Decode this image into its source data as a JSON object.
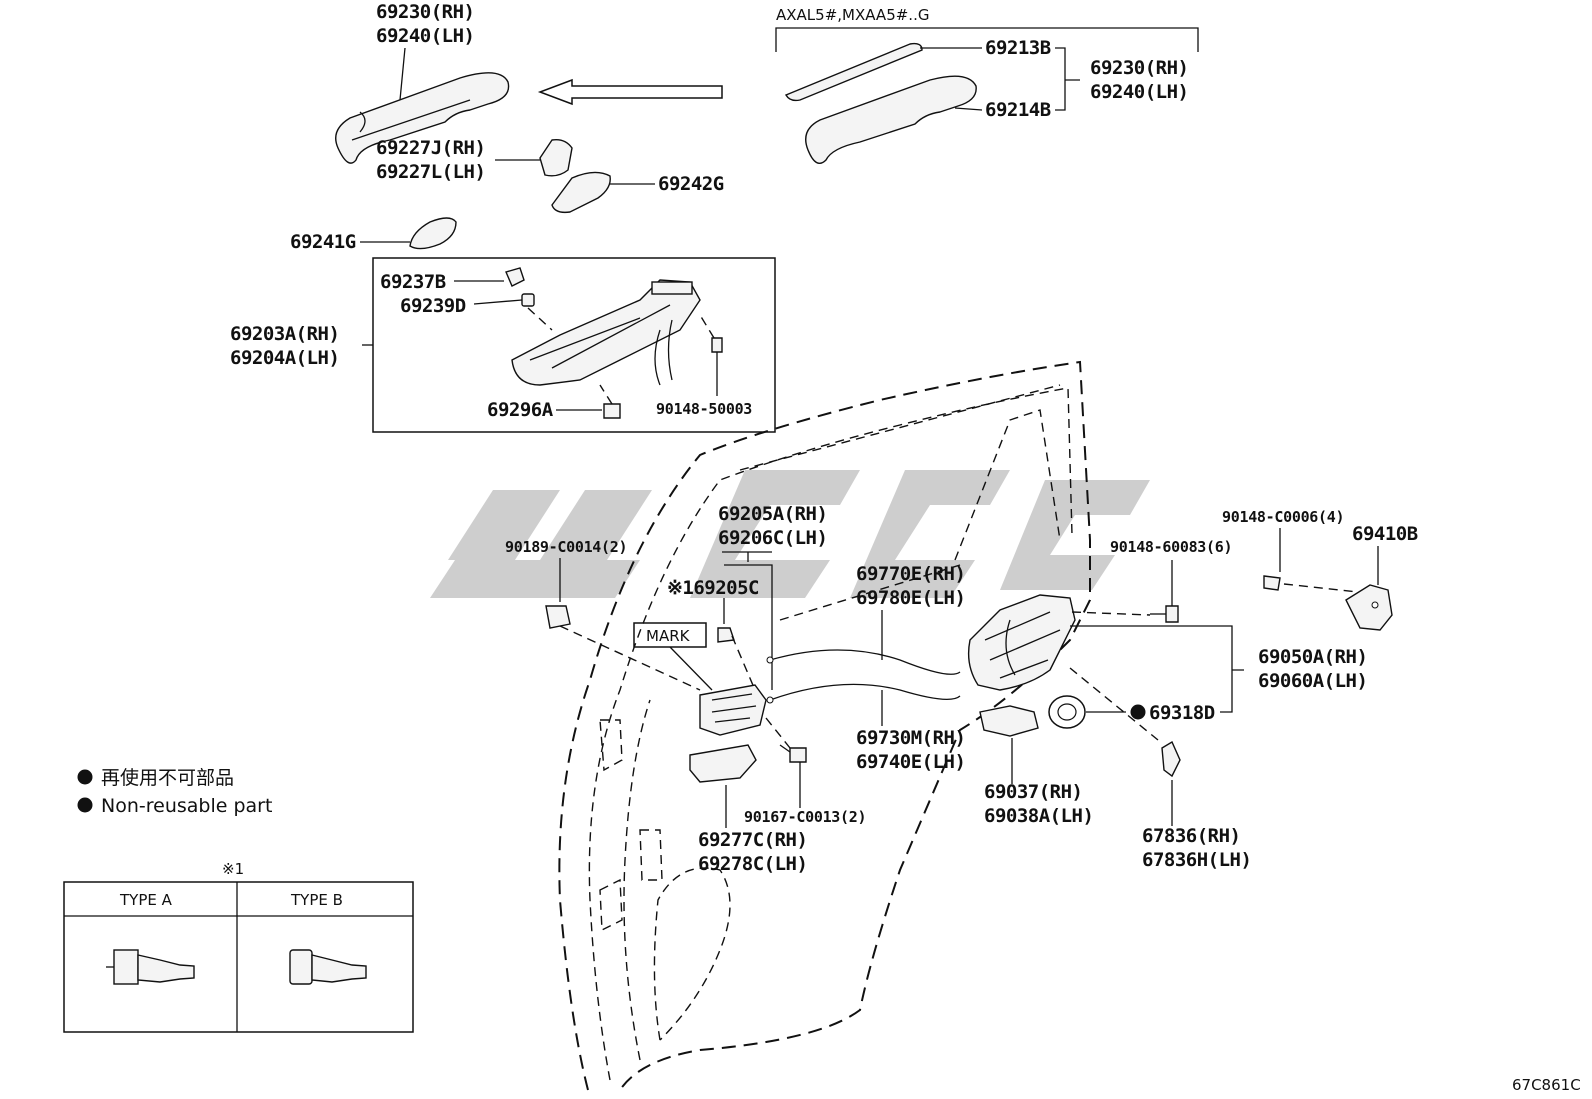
{
  "diagram_code": "67C861C",
  "variant_note": "AXAL5#,MXAA5#..G",
  "watermark": "ucc",
  "parts": {
    "p69230": "69230(RH)",
    "p69240": "69240(LH)",
    "p69227j": "69227J(RH)",
    "p69227l": "69227L(LH)",
    "p69242g": "69242G",
    "p69241g": "69241G",
    "p69213b": "69213B",
    "p69214b": "69214B",
    "p69230b": "69230(RH)",
    "p69240b": "69240(LH)",
    "p69237b": "69237B",
    "p69239d": "69239D",
    "p69203a": "69203A(RH)",
    "p69204a": "69204A(LH)",
    "p69296a": "69296A",
    "p90148_50003": "90148-50003",
    "p90189": "90189-C0014(2)",
    "p69205a": "69205A(RH)",
    "p69206c": "69206C(LH)",
    "p69205c": "※169205C",
    "mark": "MARK",
    "p69770e": "69770E(RH)",
    "p69780e": "69780E(LH)",
    "p69730m": "69730M(RH)",
    "p69740e": "69740E(LH)",
    "p90167": "90167-C0013(2)",
    "p69277c": "69277C(RH)",
    "p69278c": "69278C(LH)",
    "p90148_c0006": "90148-C0006(4)",
    "p69410b": "69410B",
    "p90148_60083": "90148-60083(6)",
    "p69050a": "69050A(RH)",
    "p69060a": "69060A(LH)",
    "p69318d": "69318D",
    "p69037": "69037(RH)",
    "p69038a": "69038A(LH)",
    "p67836": "67836(RH)",
    "p67836h": "67836H(LH)"
  },
  "legend": {
    "jp": "再使用不可部品",
    "en": "Non-reusable part"
  },
  "type_table": {
    "note": "※1",
    "col_a": "TYPE A",
    "col_b": "TYPE B"
  }
}
